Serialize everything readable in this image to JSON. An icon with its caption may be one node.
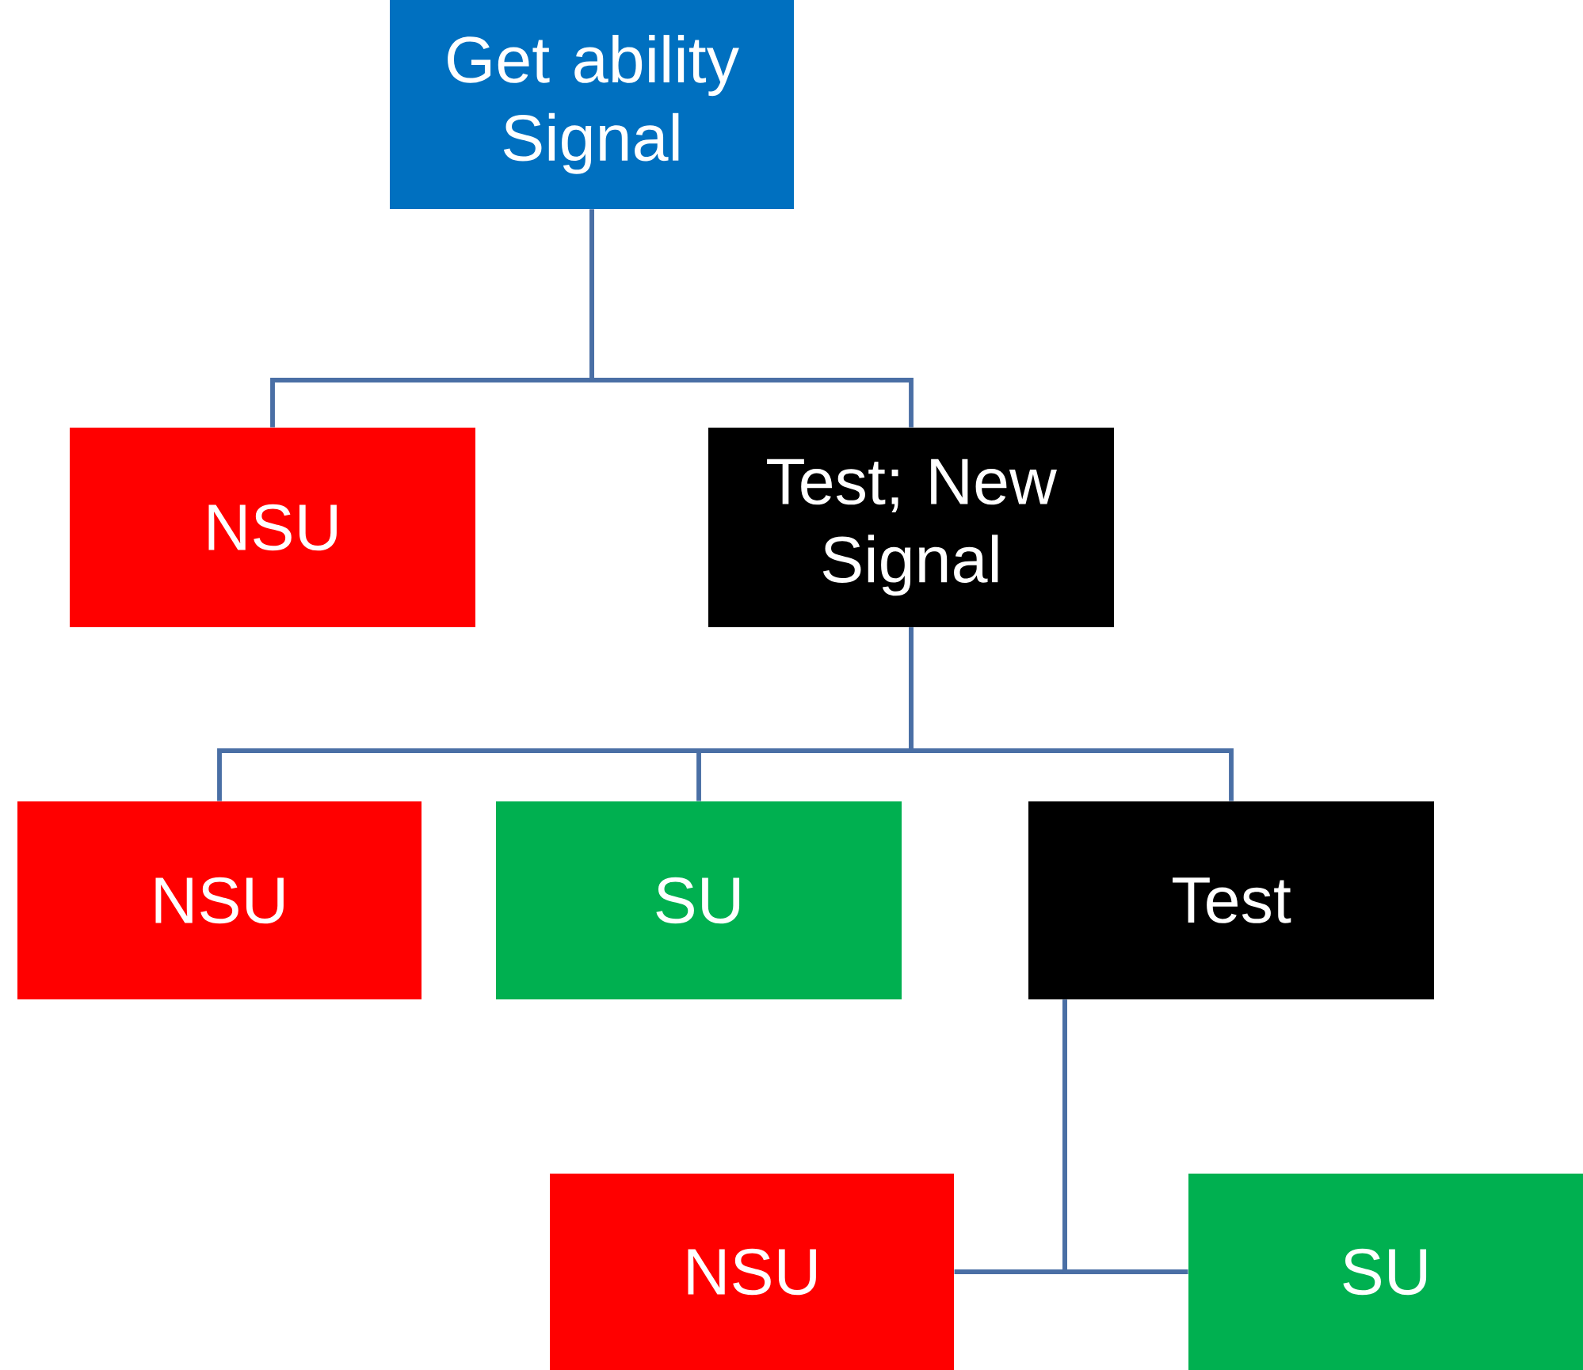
{
  "diagram": {
    "nodes": [
      {
        "text": [
          "Get ability Signal"
        ]
      },
      {
        "text": [
          "NSU"
        ]
      },
      {
        "text": [
          "Test; New Signal"
        ]
      },
      {
        "text": [
          "NSU"
        ]
      },
      {
        "text": [
          "SU"
        ]
      },
      {
        "text": [
          "Test"
        ]
      },
      {
        "text": [
          "NSU"
        ]
      },
      {
        "text": [
          "SU"
        ]
      }
    ],
    "edges": [
      {
        "from": 0,
        "to": 1,
        "arrow": "none"
      },
      {
        "from": 0,
        "to": 2,
        "arrow": "none"
      },
      {
        "from": 2,
        "to": 3,
        "arrow": "none"
      },
      {
        "from": 2,
        "to": 4,
        "arrow": "none"
      },
      {
        "from": 2,
        "to": 5,
        "arrow": "none"
      },
      {
        "from": 5,
        "to": 6,
        "arrow": "none"
      },
      {
        "from": 5,
        "to": 7,
        "arrow": "none"
      }
    ]
  }
}
